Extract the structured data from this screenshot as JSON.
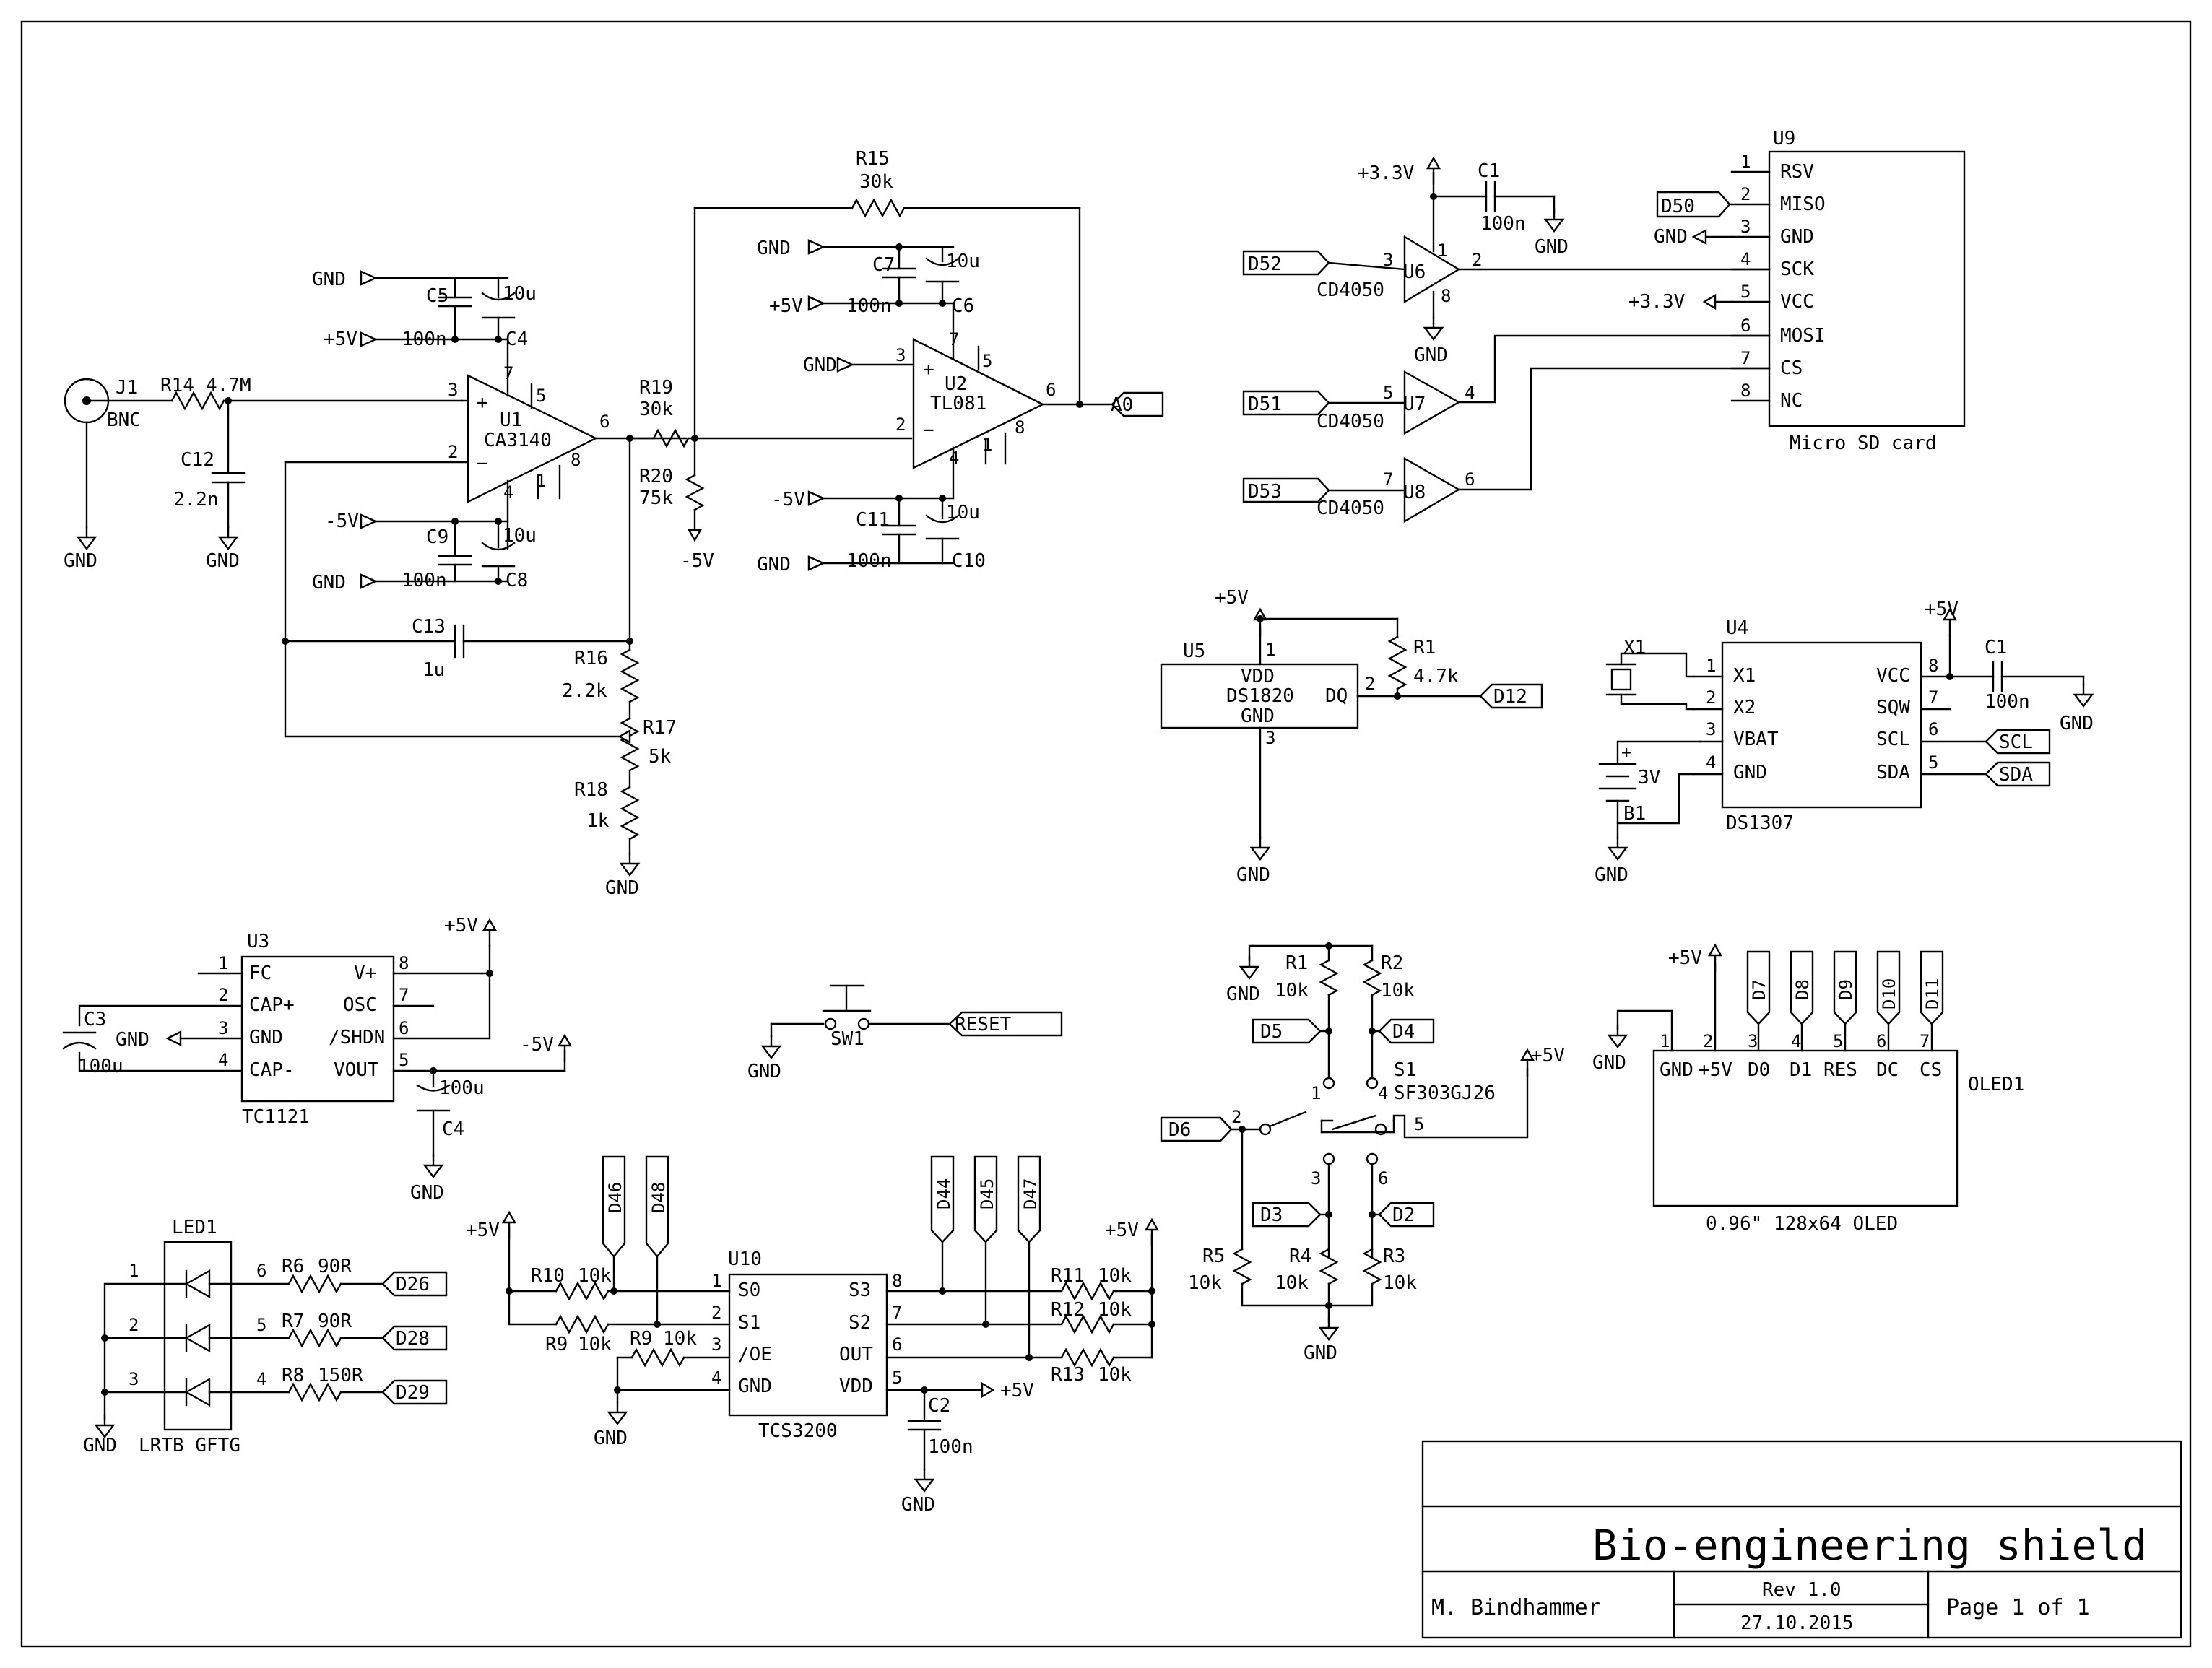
{
  "title_block": {
    "title": "Bio-engineering shield",
    "author": "M. Bindhammer",
    "rev": "Rev 1.0",
    "date": "27.10.2015",
    "page": "Page 1 of 1"
  },
  "labels": {
    "j1": "J1",
    "bnc": "BNC",
    "gnd": "GND",
    "r14": "R14",
    "r14v": "4.7M",
    "c12": "C12",
    "c12v": "2.2n",
    "c5": "C5",
    "c5v": "100n",
    "c4": "C4",
    "c4v": "10u",
    "p5v": "+5V",
    "m5v": "-5V",
    "u1": "U1",
    "u1v": "CA3140",
    "c9": "C9",
    "c9v": "100n",
    "c8": "C8",
    "c8v": "10u",
    "c13": "C13",
    "c13v": "1u",
    "r16": "R16",
    "r16v": "2.2k",
    "r17": "R17",
    "r17v": "5k",
    "r18": "R18",
    "r18v": "1k",
    "r19": "R19",
    "r19v": "30k",
    "r20": "R20",
    "r20v": "75k",
    "r15": "R15",
    "r15v": "30k",
    "c7": "C7",
    "c7v": "100n",
    "c6": "C6",
    "c6v": "10u",
    "u2": "U2",
    "u2v": "TL081",
    "c11": "C11",
    "c11v": "100n",
    "c10": "C10",
    "c10v": "10u",
    "a0": "A0",
    "p33v": "+3.3V",
    "c1": "C1",
    "c1v": "100n",
    "d52": "D52",
    "u6": "U6",
    "cd4050": "CD4050",
    "d51": "D51",
    "u7": "U7",
    "d53": "D53",
    "u8": "U8",
    "d50": "D50",
    "u9": "U9",
    "rsv": "RSV",
    "miso": "MISO",
    "sck": "SCK",
    "vcc": "VCC",
    "mosi": "MOSI",
    "cs": "CS",
    "nc": "NC",
    "microsd": "Micro SD card",
    "u5": "U5",
    "vdd": "VDD",
    "ds1820": "DS1820",
    "dq": "DQ",
    "r1": "R1",
    "r1v": "4.7k",
    "d12": "D12",
    "u4": "U4",
    "x1": "X1",
    "x1p": "X1",
    "x2": "X2",
    "vbat": "VBAT",
    "sqw": "SQW",
    "scl": "SCL",
    "sda": "SDA",
    "ds1307": "DS1307",
    "b1": "B1",
    "b1v": "3V",
    "u3": "U3",
    "fc": "FC",
    "capp": "CAP+",
    "capm": "CAP-",
    "vplus": "V+",
    "osc": "OSC",
    "shdn": "/SHDN",
    "vout": "VOUT",
    "tc1121": "TC1121",
    "c3": "C3",
    "c3v": "100u",
    "c4b": "C4",
    "c4bv": "100u",
    "sw1": "SW1",
    "reset": "RESET",
    "r1b": "R1",
    "r10k": "10k",
    "r2": "R2",
    "d5": "D5",
    "d4": "D4",
    "s1": "S1",
    "s1v": "SF303GJ26",
    "d6": "D6",
    "d3": "D3",
    "d2": "D2",
    "r5": "R5",
    "r4": "R4",
    "r3": "R3",
    "d7": "D7",
    "d8": "D8",
    "d9": "D9",
    "d10": "D10",
    "d11": "D11",
    "oled": "OLED1",
    "oledv": "0.96\" 128x64 OLED",
    "d0": "D0",
    "d1": "D1",
    "res": "RES",
    "dc": "DC",
    "p5vb": "+5V",
    "led1": "LED1",
    "ledv": "LRTB GFTG",
    "r6": "R6",
    "r6v": "90R",
    "r7": "R7",
    "r7v": "90R",
    "r8": "R8",
    "r8v": "150R",
    "d26": "D26",
    "d28": "D28",
    "d29": "D29",
    "u10": "U10",
    "s0": "S0",
    "s1p": "S1",
    "s2": "S2",
    "s3": "S3",
    "oe": "/OE",
    "out": "OUT",
    "tcs3200": "TCS3200",
    "r10": "R10",
    "r9": "R9",
    "r11": "R11",
    "r12": "R12",
    "r13": "R13",
    "d44": "D44",
    "d45": "D45",
    "d46": "D46",
    "d47": "D47",
    "d48": "D48",
    "c2": "C2",
    "c2v": "100n",
    "n1": "1",
    "n2": "2",
    "n3": "3",
    "n4": "4",
    "n5": "5",
    "n6": "6",
    "n7": "7",
    "n8": "8"
  }
}
